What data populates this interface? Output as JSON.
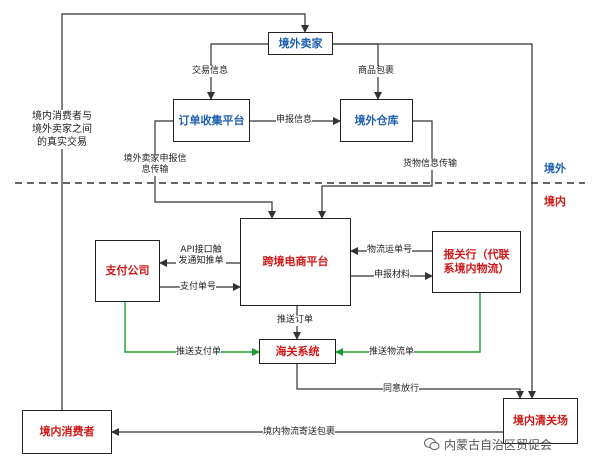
{
  "nodes": {
    "foreign_seller": "境外卖家",
    "order_platform": "订单收集平台",
    "foreign_warehouse": "境外仓库",
    "crossborder_platform": "跨境电商平台",
    "payment_company": "支付公司",
    "customs_broker": "报关行（代联系境内物流）",
    "customs_system": "海关系统",
    "domestic_consumer": "境内消费者",
    "domestic_port": "境内清关场"
  },
  "regions": {
    "outside": "境外",
    "inside": "境内"
  },
  "labels": {
    "real_transaction": "境内消费者与境外卖家之间的真实交易",
    "transaction_info": "交易信息",
    "goods_package": "商品包裹",
    "declare_info": "申报信息",
    "seller_declare": "境外卖家申报信息传输",
    "cargo_info": "货物信息传输",
    "api_push": "API接口触发通知推单",
    "logistics_no": "物流运单号",
    "declare_materials": "申报材料",
    "payment_no": "支付单号",
    "push_order": "推送订单",
    "push_payment": "推送支付单",
    "push_logistics": "推送物流单",
    "approve_release": "同意放行",
    "domestic_delivery": "境内物流寄送包裹"
  },
  "watermark": "内蒙古自治区贸促会",
  "colors": {
    "blue": "#1f5fb0",
    "red": "#d01818",
    "green": "#1e9a2e",
    "line": "#333333"
  }
}
